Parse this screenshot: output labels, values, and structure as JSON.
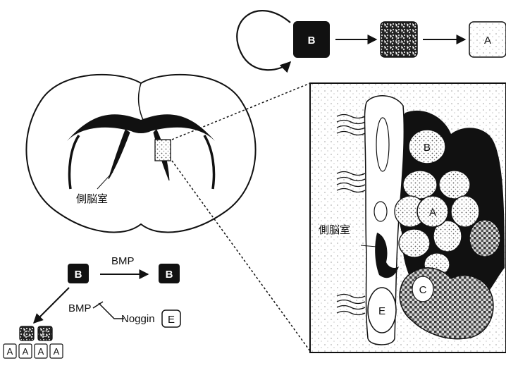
{
  "top_cycle": {
    "box1": "B",
    "box2": "C",
    "box3": "A"
  },
  "brain": {
    "ventricle_label": "側脳室"
  },
  "signaling": {
    "b_left": "B",
    "bmp_top": "BMP",
    "b_right": "B",
    "bmp_inhibit": "BMP",
    "noggin": "Noggin",
    "e_box": "E",
    "c_boxes": [
      "C",
      "C"
    ],
    "a_boxes": [
      "A",
      "A",
      "A",
      "A"
    ]
  },
  "magnified": {
    "ventricle_label": "側脳室",
    "cell_b": "B",
    "cell_a": "A",
    "cell_c": "C",
    "cell_e": "E"
  },
  "colors": {
    "ink": "#111111",
    "paper": "#ffffff",
    "tissue": "#1a1a1a"
  }
}
